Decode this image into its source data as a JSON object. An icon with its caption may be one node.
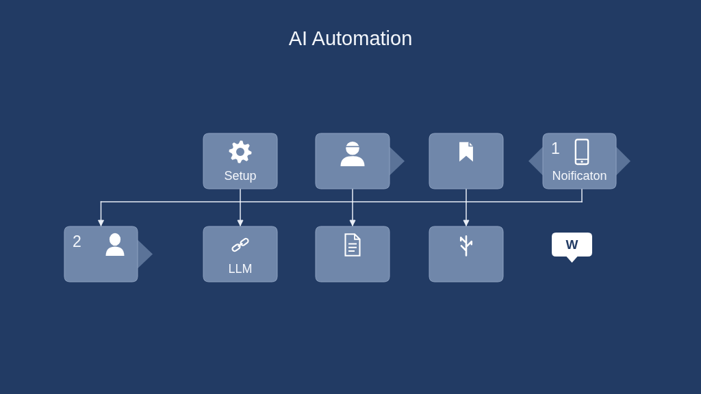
{
  "diagram": {
    "title": "AI Automation",
    "nodes": [
      {
        "text": [
          "Setup"
        ]
      },
      {
        "text": [],
        "shape": "box"
      },
      {
        "text": [],
        "shape": "box"
      },
      {
        "text": [
          "1",
          "Noificaton"
        ]
      },
      {
        "text": [
          "2"
        ]
      },
      {
        "text": [
          "LLM"
        ]
      },
      {
        "text": [],
        "shape": "box"
      },
      {
        "text": [],
        "shape": "box"
      },
      {
        "text": [
          "W"
        ]
      }
    ],
    "edges": [
      {
        "from": 0,
        "to": 4,
        "arrow": "to"
      },
      {
        "from": 0,
        "to": 5,
        "arrow": "to"
      },
      {
        "from": 0,
        "to": 6,
        "arrow": "to"
      },
      {
        "from": 0,
        "to": 7,
        "arrow": "to"
      },
      {
        "from": 1,
        "to": 4,
        "arrow": "to"
      },
      {
        "from": 1,
        "to": 5,
        "arrow": "to"
      },
      {
        "from": 1,
        "to": 6,
        "arrow": "to"
      },
      {
        "from": 1,
        "to": 7,
        "arrow": "to"
      },
      {
        "from": 2,
        "to": 4,
        "arrow": "to"
      },
      {
        "from": 2,
        "to": 5,
        "arrow": "to"
      },
      {
        "from": 2,
        "to": 6,
        "arrow": "to"
      },
      {
        "from": 2,
        "to": 7,
        "arrow": "to"
      },
      {
        "from": 3,
        "to": 4,
        "arrow": "to"
      },
      {
        "from": 3,
        "to": 5,
        "arrow": "to"
      },
      {
        "from": 3,
        "to": 6,
        "arrow": "to"
      },
      {
        "from": 3,
        "to": 7,
        "arrow": "to"
      }
    ]
  }
}
